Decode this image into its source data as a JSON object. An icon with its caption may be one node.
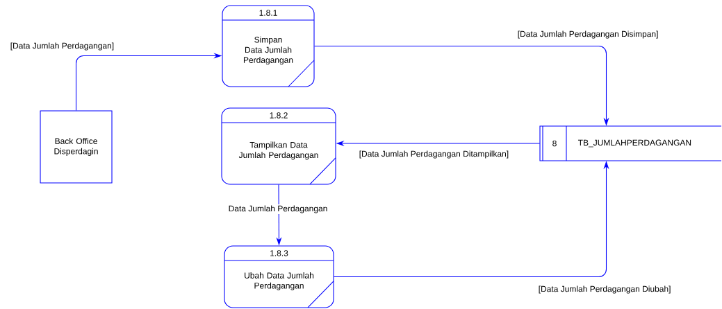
{
  "diagram": {
    "nodes": [
      {
        "text": [
          "Back Office Disperdagin"
        ]
      },
      {
        "text": [
          "1.8.1",
          "Simpan Data Jumlah Perdagangan"
        ]
      },
      {
        "text": [
          "1.8.2",
          "Tampilkan Data Jumlah Perdagangan"
        ]
      },
      {
        "text": [
          "1.8.3",
          "Ubah Data Jumlah Perdagangan"
        ]
      },
      {
        "text": [
          "8",
          "TB_JUMLAHPERDAGANGAN"
        ]
      }
    ],
    "edges": [
      {
        "from": 0,
        "to": 1,
        "arrow": "to",
        "label": "[Data Jumlah Perdagangan]"
      },
      {
        "from": 1,
        "to": 4,
        "arrow": "to",
        "label": "[Data Jumlah Perdagangan Disimpan]"
      },
      {
        "from": 4,
        "to": 2,
        "arrow": "to",
        "label": "[Data Jumlah Perdagangan Ditampilkan]"
      },
      {
        "from": 2,
        "to": 3,
        "arrow": "to",
        "label": "Data Jumlah Perdagangan"
      },
      {
        "from": 3,
        "to": 4,
        "arrow": "to",
        "label": "[Data Jumlah Perdagangan Diubah]"
      }
    ]
  }
}
